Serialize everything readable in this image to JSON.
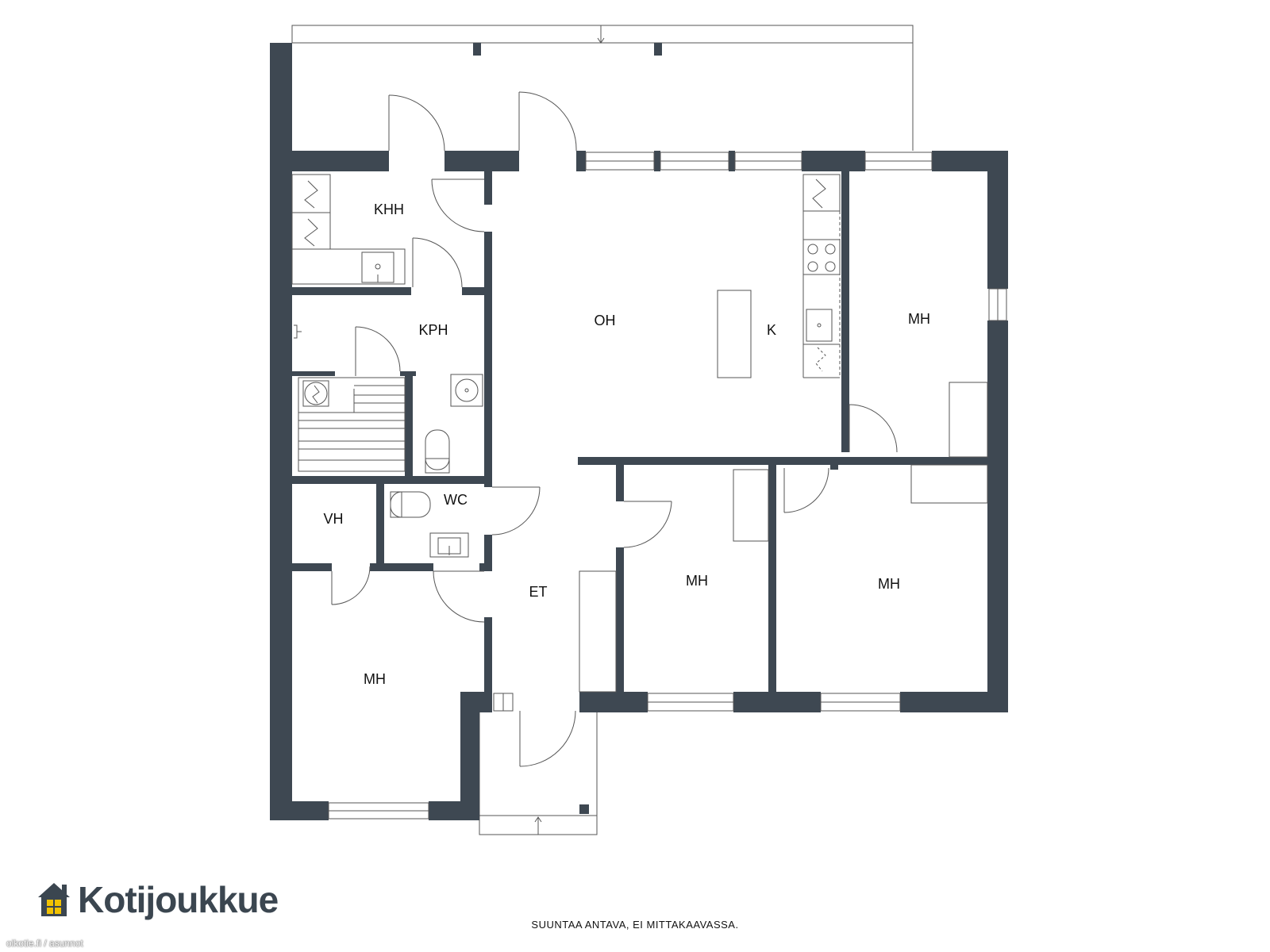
{
  "rooms": [
    {
      "label": "KHH"
    },
    {
      "label": "KPH"
    },
    {
      "label": "OH"
    },
    {
      "label": "K"
    },
    {
      "label": "MH"
    },
    {
      "label": "WC"
    },
    {
      "label": "VH"
    },
    {
      "label": "ET"
    },
    {
      "label": "MH"
    },
    {
      "label": "MH"
    },
    {
      "label": "MH"
    }
  ],
  "brand": {
    "name": "Kotijoukkue",
    "logo_icon": "house-icon",
    "logo_color": "#3b4650",
    "window_color": "#f2c200"
  },
  "disclaimer": "SUUNTAA ANTAVA, EI MITTAKAAVASSA.",
  "watermark": "oikotie.fi / asunnot",
  "colors": {
    "wall": "#3e4852",
    "line": "#555555",
    "background": "#ffffff"
  }
}
